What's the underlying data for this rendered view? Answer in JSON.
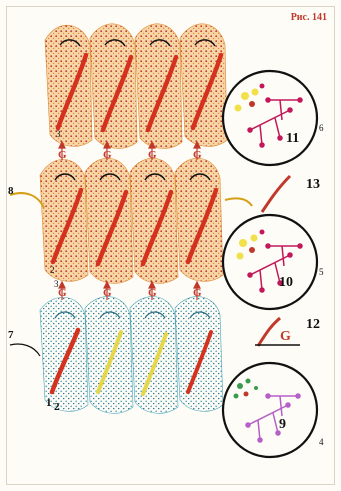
{
  "figure": {
    "title": "Рис. 141"
  },
  "labels": {
    "l1": "1",
    "l2": "2",
    "l2b": "2",
    "l3": "3",
    "l3b": "3",
    "l4": "4",
    "l5": "5",
    "l6": "6",
    "l7": "7",
    "l8": "8",
    "l9": "9",
    "l10": "10",
    "l11": "11",
    "l12": "12",
    "l13": "13",
    "g": "G"
  },
  "colors": {
    "cell_top": "#e8a060",
    "cell_dots": "#c0392b",
    "cell_bottom": "#6fb7c9",
    "strand": "#d4321f",
    "yellow_strand": "#e6d64a",
    "circle_border": "#111111",
    "molecule": "#c2185b",
    "glucose_yellow": "#f1e04a",
    "molecule_bottom": "#b65fc8",
    "green_dots": "#3a9a4e",
    "label_red": "#c0392b"
  },
  "icons": {
    "cells": "stacked-hepatocyte-cells",
    "circles": "magnified-glycogen-circles",
    "molecules": "branched-glycogen-molecule"
  }
}
